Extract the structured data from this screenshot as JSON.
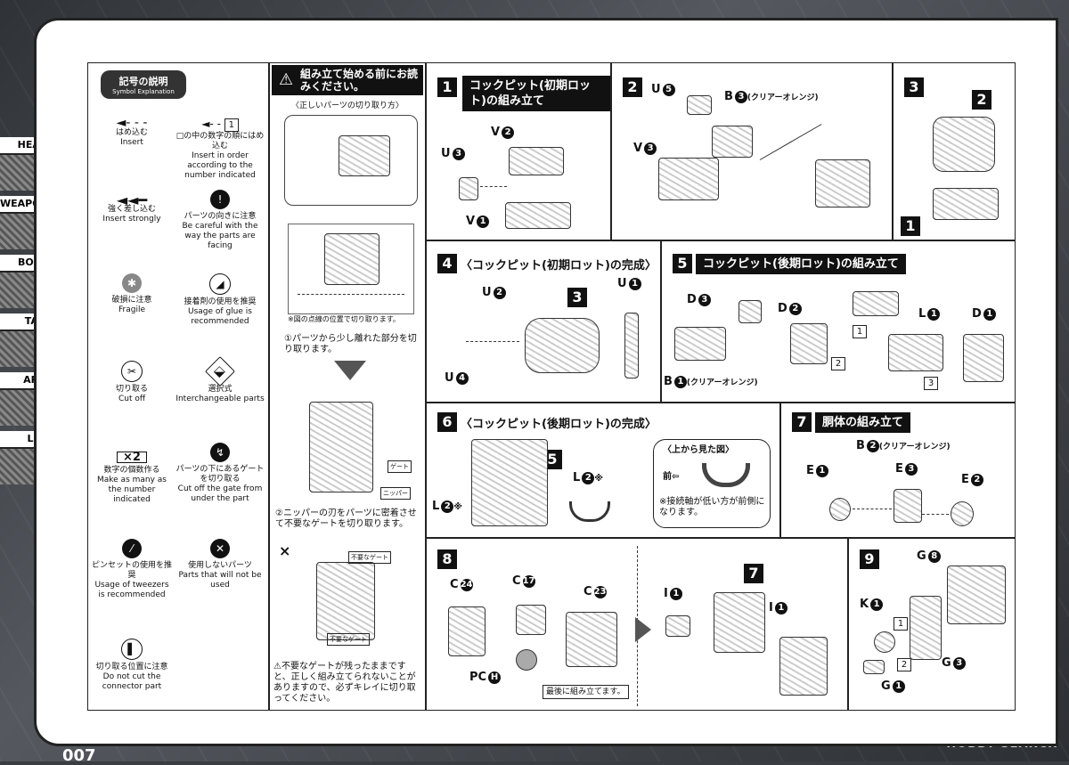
{
  "page": {
    "number": "007",
    "watermark": "HOBBY SEARCH"
  },
  "sidebar": {
    "tabs": [
      "HEAD",
      "WEAPON",
      "BODY",
      "TAIL",
      "ARM",
      "LEG"
    ]
  },
  "symbols": {
    "title_jp": "記号の説明",
    "title_en": "Symbol Explanation",
    "items": [
      {
        "jp": "はめ込む",
        "en": "Insert",
        "icon": "arrow-left-icon"
      },
      {
        "jp": "□の中の数字の順にはめ込む",
        "en": "Insert in order according to the number indicated",
        "icon": "numbered-arrow-icon"
      },
      {
        "jp": "強く差し込む",
        "en": "Insert strongly",
        "icon": "double-arrow-icon"
      },
      {
        "jp": "パーツの向きに注意",
        "en": "Be careful with the way the parts are facing",
        "icon": "exclamation-icon"
      },
      {
        "jp": "破損に注意",
        "en": "Fragile",
        "icon": "broken-icon"
      },
      {
        "jp": "接着剤の使用を推奨",
        "en": "Usage of glue is recommended",
        "icon": "glue-icon"
      },
      {
        "jp": "切り取る",
        "en": "Cut off",
        "icon": "scissors-icon"
      },
      {
        "jp": "選択式",
        "en": "Interchangeable parts",
        "icon": "choice-icon"
      },
      {
        "jp": "数字の個数作る",
        "en": "Make as many as the number indicated",
        "icon": "x2-icon"
      },
      {
        "jp": "パーツの下にあるゲートを切り取る",
        "en": "Cut off the gate from under the part",
        "icon": "gate-icon"
      },
      {
        "jp": "ピンセットの使用を推奨",
        "en": "Usage of tweezers is recommended",
        "icon": "tweezers-icon"
      },
      {
        "jp": "使用しないパーツ",
        "en": "Parts that will not be used",
        "icon": "x-icon"
      },
      {
        "jp": "切り取る位置に注意",
        "en": "Do not cut the connector part",
        "icon": "cut-position-icon"
      }
    ],
    "x2_label": "×2"
  },
  "before": {
    "header": "組み立て始める前にお読みください。",
    "subtitle": "〈正しいパーツの切り取り方〉",
    "note1": "※図の点線の位置で切り取ります。",
    "step1": "①パーツから少し離れた部分を切り取ります。",
    "gate": "ゲート",
    "nipper": "ニッパー",
    "step2": "②ニッパーの刃をパーツに密着させて不要なゲートを切り取ります。",
    "x_mark": "×",
    "bad_gate": "不要なゲート",
    "warning": "不要なゲートが残ったままですと、正しく組み立てられないことがありますので、必ずキレイに切り取ってください。"
  },
  "steps": [
    {
      "n": "1",
      "title": "コックピット(初期ロット)の組み立て",
      "labels": [
        "U",
        "3",
        "V",
        "2",
        "V",
        "1"
      ]
    },
    {
      "n": "2",
      "labels": [
        "U",
        "5",
        "B",
        "3",
        "(クリアーオレンジ)",
        "V",
        "3"
      ]
    },
    {
      "n": "3",
      "labels": [
        "2",
        "1"
      ]
    },
    {
      "n": "4",
      "title": "〈コックピット(初期ロット)の完成〉",
      "labels": [
        "U",
        "2",
        "3",
        "U",
        "1",
        "U",
        "4"
      ]
    },
    {
      "n": "5",
      "title": "コックピット(後期ロット)の組み立て",
      "labels": [
        "D",
        "3",
        "B",
        "1",
        "(クリアーオレンジ)",
        "D",
        "2",
        "L",
        "1",
        "D",
        "1",
        "1",
        "2",
        "3"
      ]
    },
    {
      "n": "6",
      "title": "〈コックピット(後期ロット)の完成〉",
      "labels": [
        "5",
        "L",
        "2",
        "※",
        "L",
        "2",
        "※"
      ],
      "callout_title": "〈上から見た図〉",
      "front": "前",
      "note": "※接続軸が低い方が前側になります。"
    },
    {
      "n": "7",
      "title": "胴体の組み立て",
      "labels": [
        "B",
        "2",
        "(クリアーオレンジ)",
        "E",
        "1",
        "E",
        "3",
        "E",
        "2"
      ]
    },
    {
      "n": "8",
      "labels": [
        "C",
        "24",
        "C",
        "17",
        "C",
        "23",
        "PC",
        "H",
        "7",
        "I",
        "1",
        "I",
        "1"
      ],
      "note": "最後に組み立てます。"
    },
    {
      "n": "9",
      "labels": [
        "G",
        "8",
        "K",
        "1",
        "1",
        "2",
        "G",
        "3",
        "G",
        "1"
      ]
    }
  ]
}
